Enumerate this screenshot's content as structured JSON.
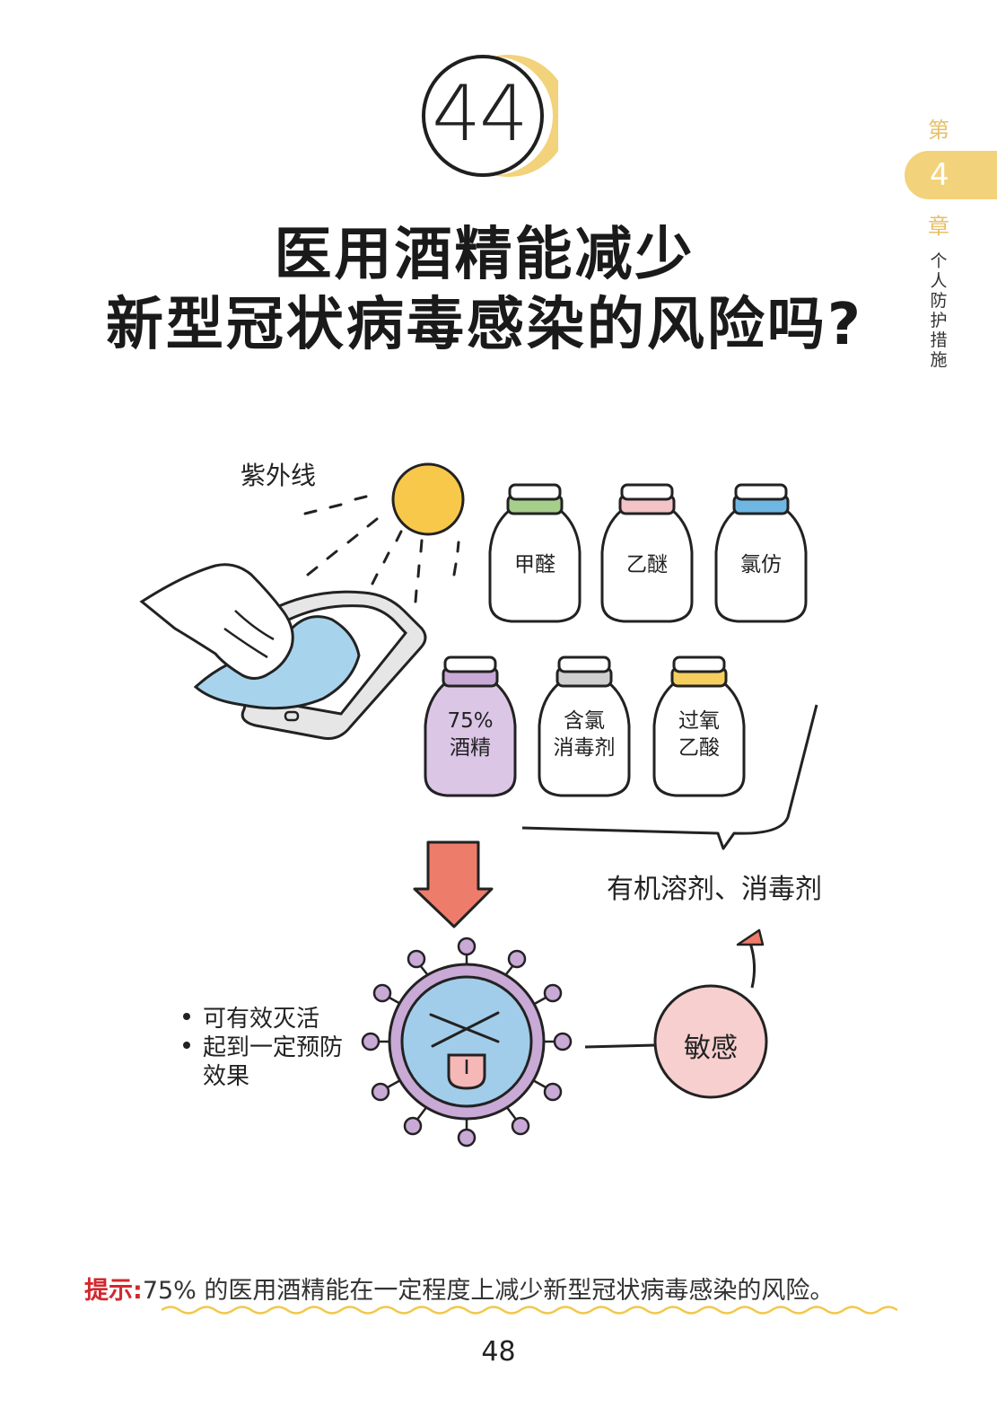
{
  "question_number": "44",
  "title": {
    "line1": "医用酒精能减少",
    "line2": "新型冠状病毒感染的风险吗?"
  },
  "side_tab": {
    "di": "第",
    "chapter_number": "4",
    "zhang": "章",
    "section": "个人防护措施"
  },
  "illustration": {
    "uv_label": "紫外线",
    "bottles_top": [
      {
        "label": "甲醛",
        "cap_color": "#a6cf8b"
      },
      {
        "label": "乙醚",
        "cap_color": "#f4c3c5"
      },
      {
        "label": "氯仿",
        "cap_color": "#6fb7e3"
      }
    ],
    "bottles_bottom": [
      {
        "line1": "75%",
        "line2": "酒精",
        "cap_color": "#c9a9d6"
      },
      {
        "line1": "含氯",
        "line2": "消毒剂",
        "cap_color": "#cfcfcf"
      },
      {
        "line1": "过氧",
        "line2": "乙酸",
        "cap_color": "#f5cf5e"
      }
    ],
    "solvent_label": "有机溶剂、消毒剂",
    "effect_bullets": [
      "可有效灭活",
      "起到一定预防",
      "效果"
    ],
    "sensitive_label": "敏感",
    "colors": {
      "sun": "#f8c84a",
      "cloth": "#a7d4ec",
      "arrow": "#ee7c6b",
      "virus_body": "#a2cdea",
      "virus_ring": "#c9a9d6",
      "sensitive_circle": "#f7cfcf"
    }
  },
  "tip": {
    "label": "提示:",
    "text": "75% 的医用酒精能在一定程度上减少新型冠状病毒感染的风险。"
  },
  "page_number": "48"
}
